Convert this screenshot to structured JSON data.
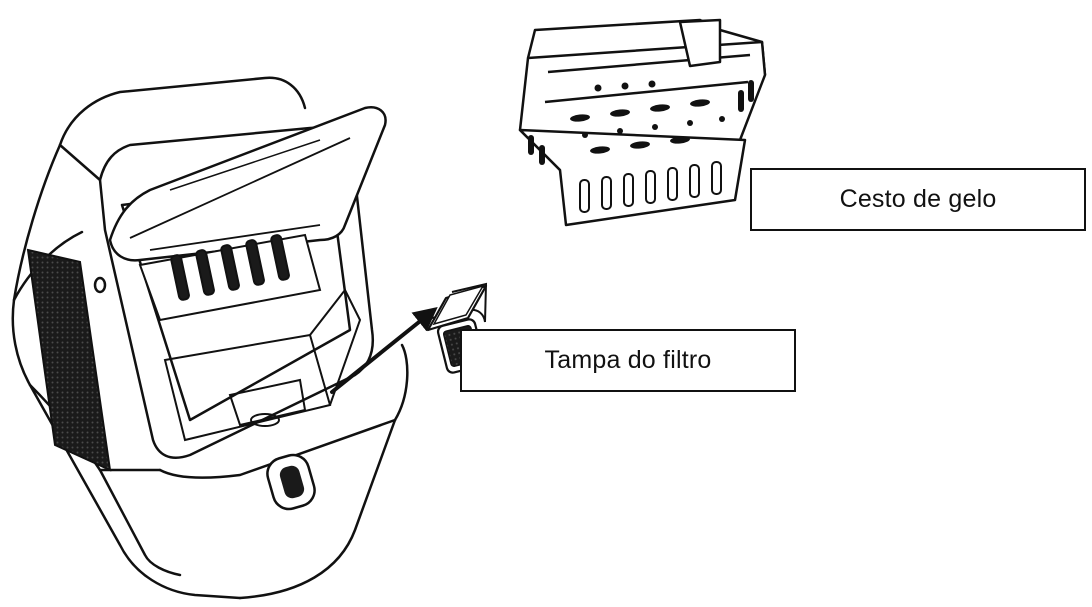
{
  "labels": {
    "ice_basket": "Cesto de gelo",
    "filter_cover": "Tampa do filtro"
  },
  "colors": {
    "line": "#111111",
    "background": "#ffffff",
    "grille": "#1a1a1a"
  },
  "parts": {
    "appliance": "ice-maker-open-lid",
    "basket": "ice-basket",
    "filter": "filter-cover",
    "pointer": "arrow"
  }
}
